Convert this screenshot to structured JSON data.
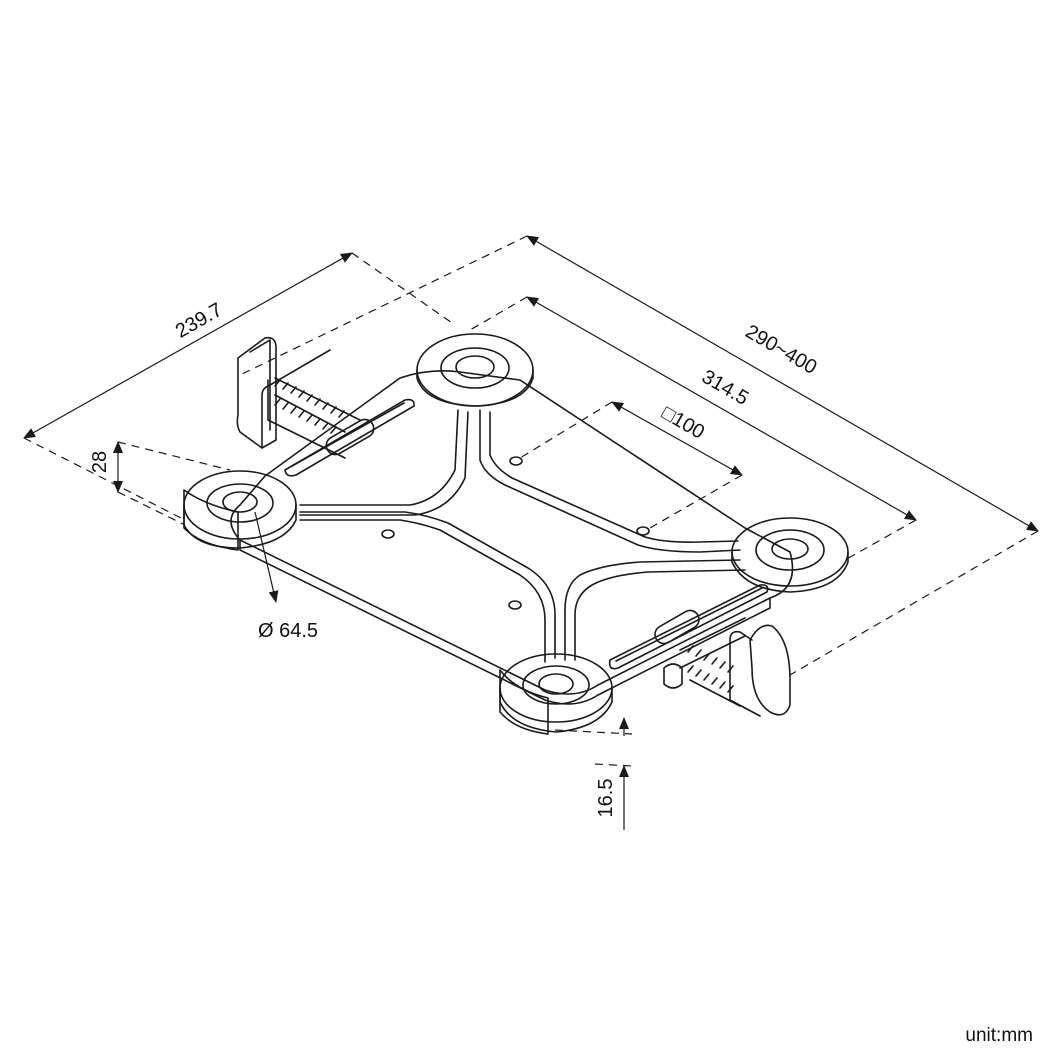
{
  "dimensions": {
    "overall_width": "239.7",
    "adjustable_length": "290~400",
    "plate_length": "314.5",
    "vesa_pattern": "□100",
    "pad_height": "28",
    "pad_diameter": "Ø 64.5",
    "base_thickness": "16.5"
  },
  "unit_label": "unit:mm",
  "colors": {
    "line": "#1a1a1a",
    "background": "#ffffff"
  }
}
